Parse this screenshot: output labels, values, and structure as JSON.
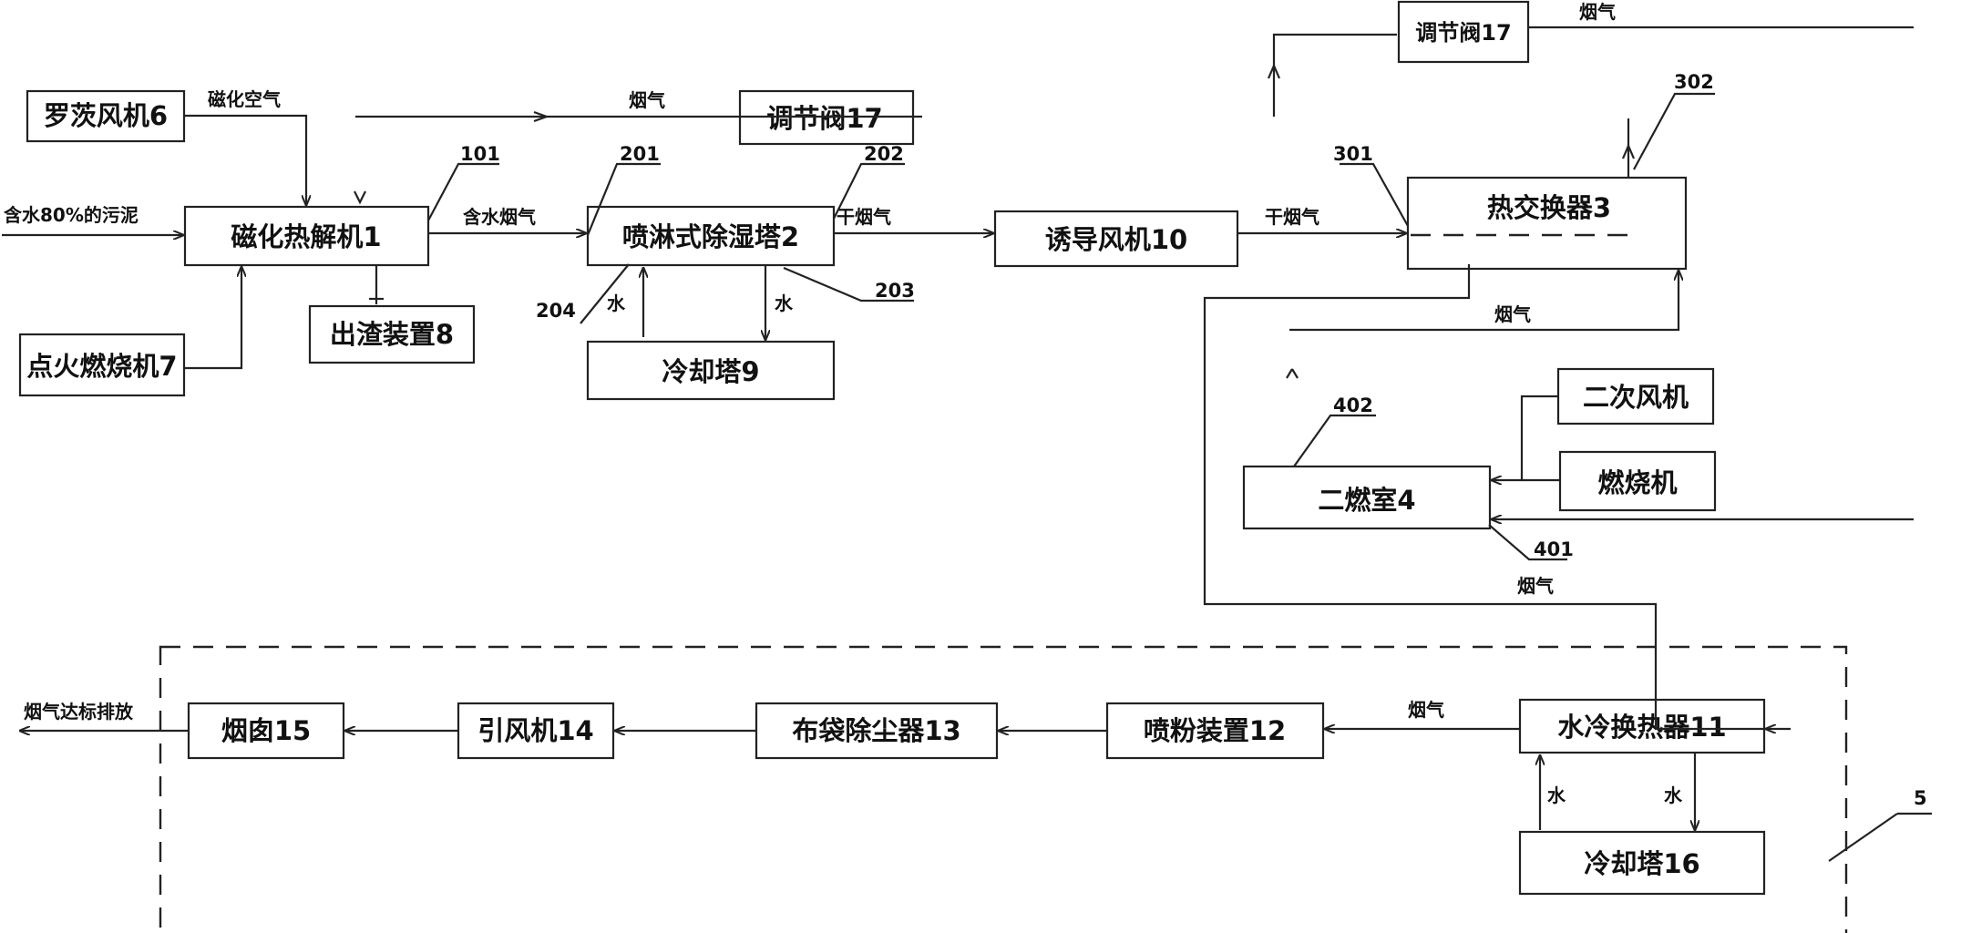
{
  "boxes": {
    "b6": "罗茨风机6",
    "b1": "磁化热解机1",
    "b7": "点火燃烧机7",
    "b8": "出渣装置8",
    "b17a": "调节阀17",
    "b2": "喷淋式除湿塔2",
    "b9": "冷却塔9",
    "b10": "诱导风机10",
    "b17b": "调节阀17",
    "b3": "热交换器3",
    "b_fan2": "二次风机",
    "b_burner": "燃烧机",
    "b4": "二燃室4",
    "b11": "水冷换热器11",
    "b16": "冷却塔16",
    "b12": "喷粉装置12",
    "b13": "布袋除尘器13",
    "b14": "引风机14",
    "b15": "烟囱15"
  },
  "flows": {
    "sludge_in": "含水80%的污泥",
    "magnetized_air": "磁化空气",
    "flue_gas_top": "烟气",
    "wet_flue_gas": "含水烟气",
    "dry_flue_gas_1": "干烟气",
    "dry_flue_gas_2": "干烟气",
    "flue_gas_hx": "烟气",
    "flue_gas_upper": "烟气",
    "flue_gas_mid": "烟气",
    "flue_gas_11": "烟气",
    "water_in_2": "水",
    "water_out_2": "水",
    "water_in_11": "水",
    "water_out_11": "水",
    "exhaust": "烟气达标排放"
  },
  "refs": {
    "r101": "101",
    "r201": "201",
    "r202": "202",
    "r203": "203",
    "r204": "204",
    "r301": "301",
    "r302": "302",
    "r401": "401",
    "r402": "402",
    "r5": "5"
  }
}
